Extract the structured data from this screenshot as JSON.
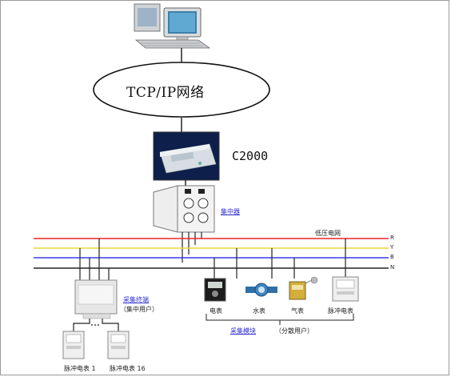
{
  "network": {
    "label": "TCP/IP网络"
  },
  "device": {
    "label": "C2000"
  },
  "concentrator": {
    "label": "集中器"
  },
  "grid": {
    "label": "低压电网",
    "phases": [
      "R",
      "Y",
      "B",
      "N"
    ],
    "colors": {
      "R": "#e8262c",
      "Y": "#e8d93a",
      "B": "#3a3ae8",
      "N": "#222222"
    }
  },
  "collector": {
    "label": "采集终端",
    "sublabel": "（集中用户）"
  },
  "meters_left": [
    {
      "label": "脉冲电表 1"
    },
    {
      "label": "脉冲电表 16"
    }
  ],
  "meters_right": [
    {
      "label": "电表"
    },
    {
      "label": "水表"
    },
    {
      "label": "气表"
    },
    {
      "label": "脉冲电表"
    }
  ],
  "module": {
    "label": "采集模块",
    "sublabel": "（分散用户）"
  }
}
